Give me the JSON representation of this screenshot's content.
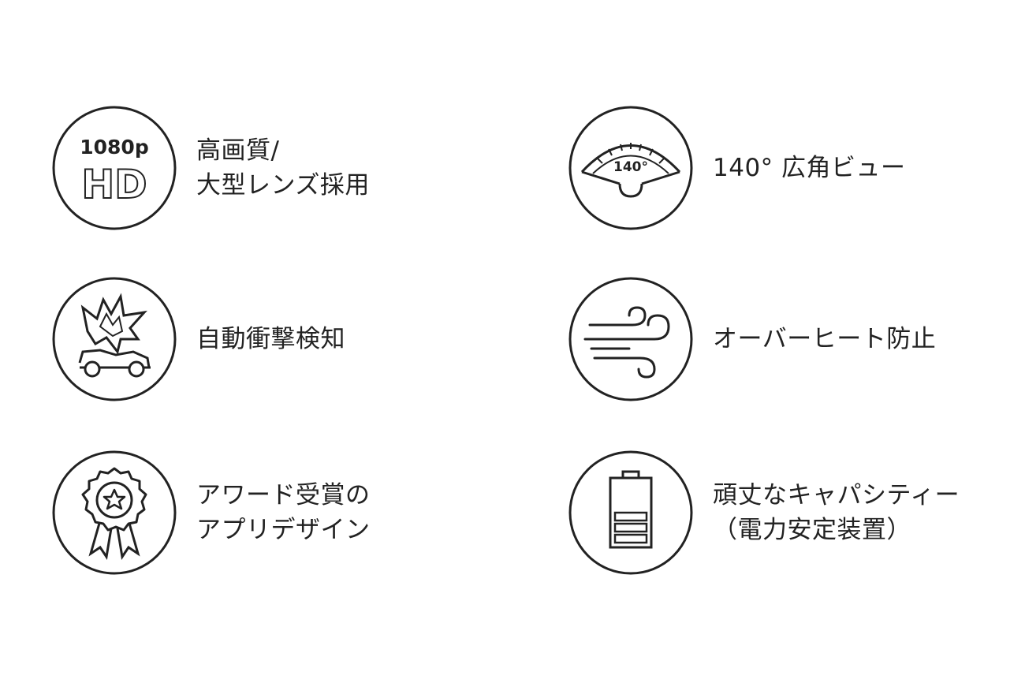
{
  "colors": {
    "stroke": "#222222",
    "background": "#ffffff"
  },
  "features": [
    {
      "icon": "hd-1080p-icon",
      "icon_text_top": "1080p",
      "icon_text_main": "HD",
      "lines": [
        "高画質/",
        "大型レンズ採用"
      ]
    },
    {
      "icon": "wide-angle-icon",
      "icon_text_main": "140°",
      "lines": [
        "140° 広角ビュー"
      ]
    },
    {
      "icon": "collision-icon",
      "lines": [
        "自動衝撃検知"
      ]
    },
    {
      "icon": "wind-icon",
      "lines": [
        "オーバーヒート防止"
      ]
    },
    {
      "icon": "award-ribbon-icon",
      "lines": [
        "アワード受賞の",
        "アプリデザイン"
      ]
    },
    {
      "icon": "battery-icon",
      "lines": [
        "頑丈なキャパシティー",
        "（電力安定装置）"
      ]
    }
  ]
}
